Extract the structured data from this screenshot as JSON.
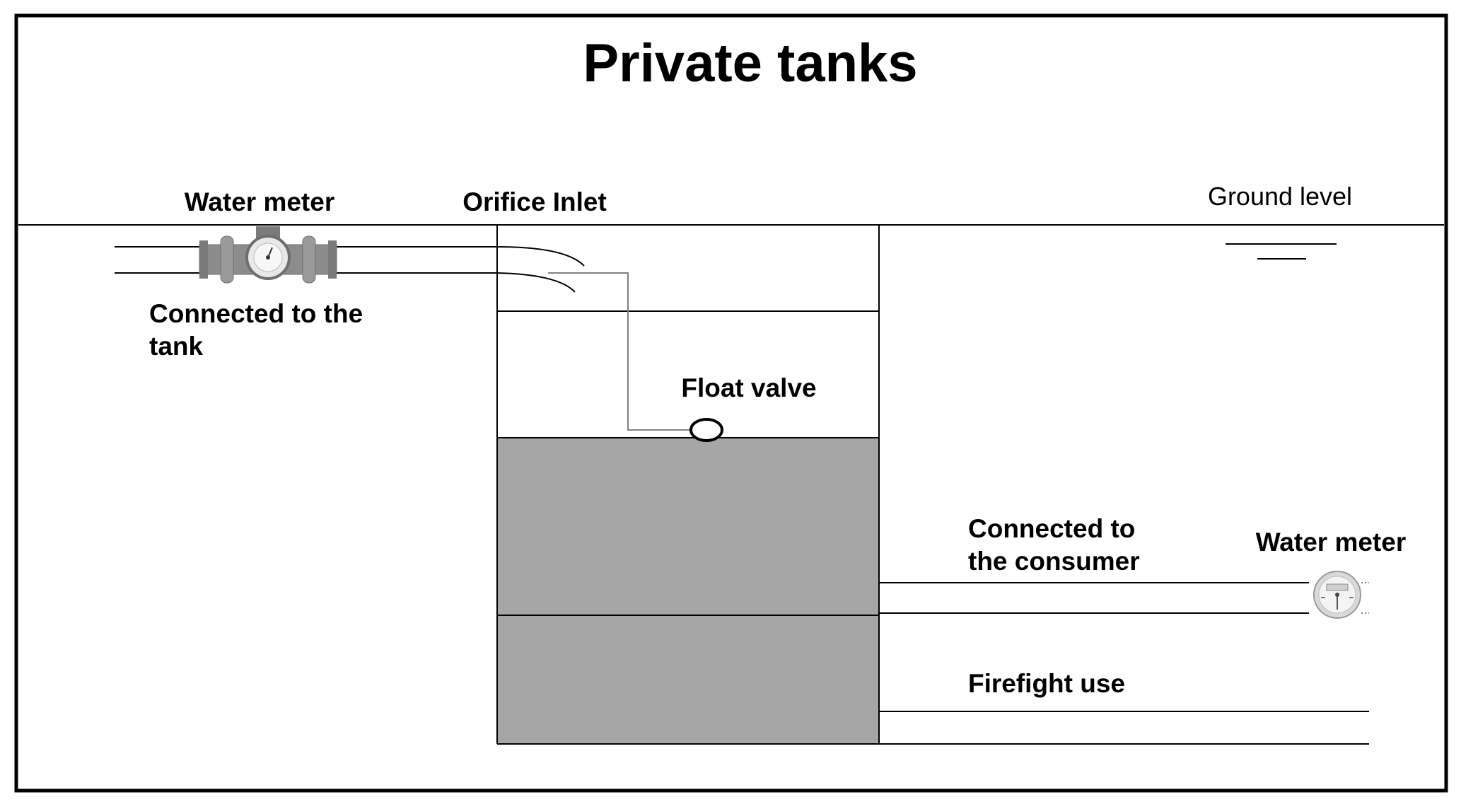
{
  "title": "Private tanks",
  "labels": {
    "water_meter_inlet": "Water meter",
    "orifice_inlet": "Orifice Inlet",
    "ground_level": "Ground level",
    "connected_tank_line1": "Connected to the",
    "connected_tank_line2": "tank",
    "float_valve": "Float valve",
    "connected_consumer_line1": "Connected to",
    "connected_consumer_line2": "the consumer",
    "water_meter_outlet": "Water meter",
    "firefight_use": "Firefight use"
  },
  "colors": {
    "stroke": "#000000",
    "water_fill": "#a6a6a6",
    "float_pipe": "#808080",
    "meter_body": "#8c8c8c",
    "meter_face": "#e8e8e8"
  },
  "icons": {
    "inlet_meter": "inline-water-meter-icon",
    "outlet_meter": "dial-water-meter-icon"
  }
}
